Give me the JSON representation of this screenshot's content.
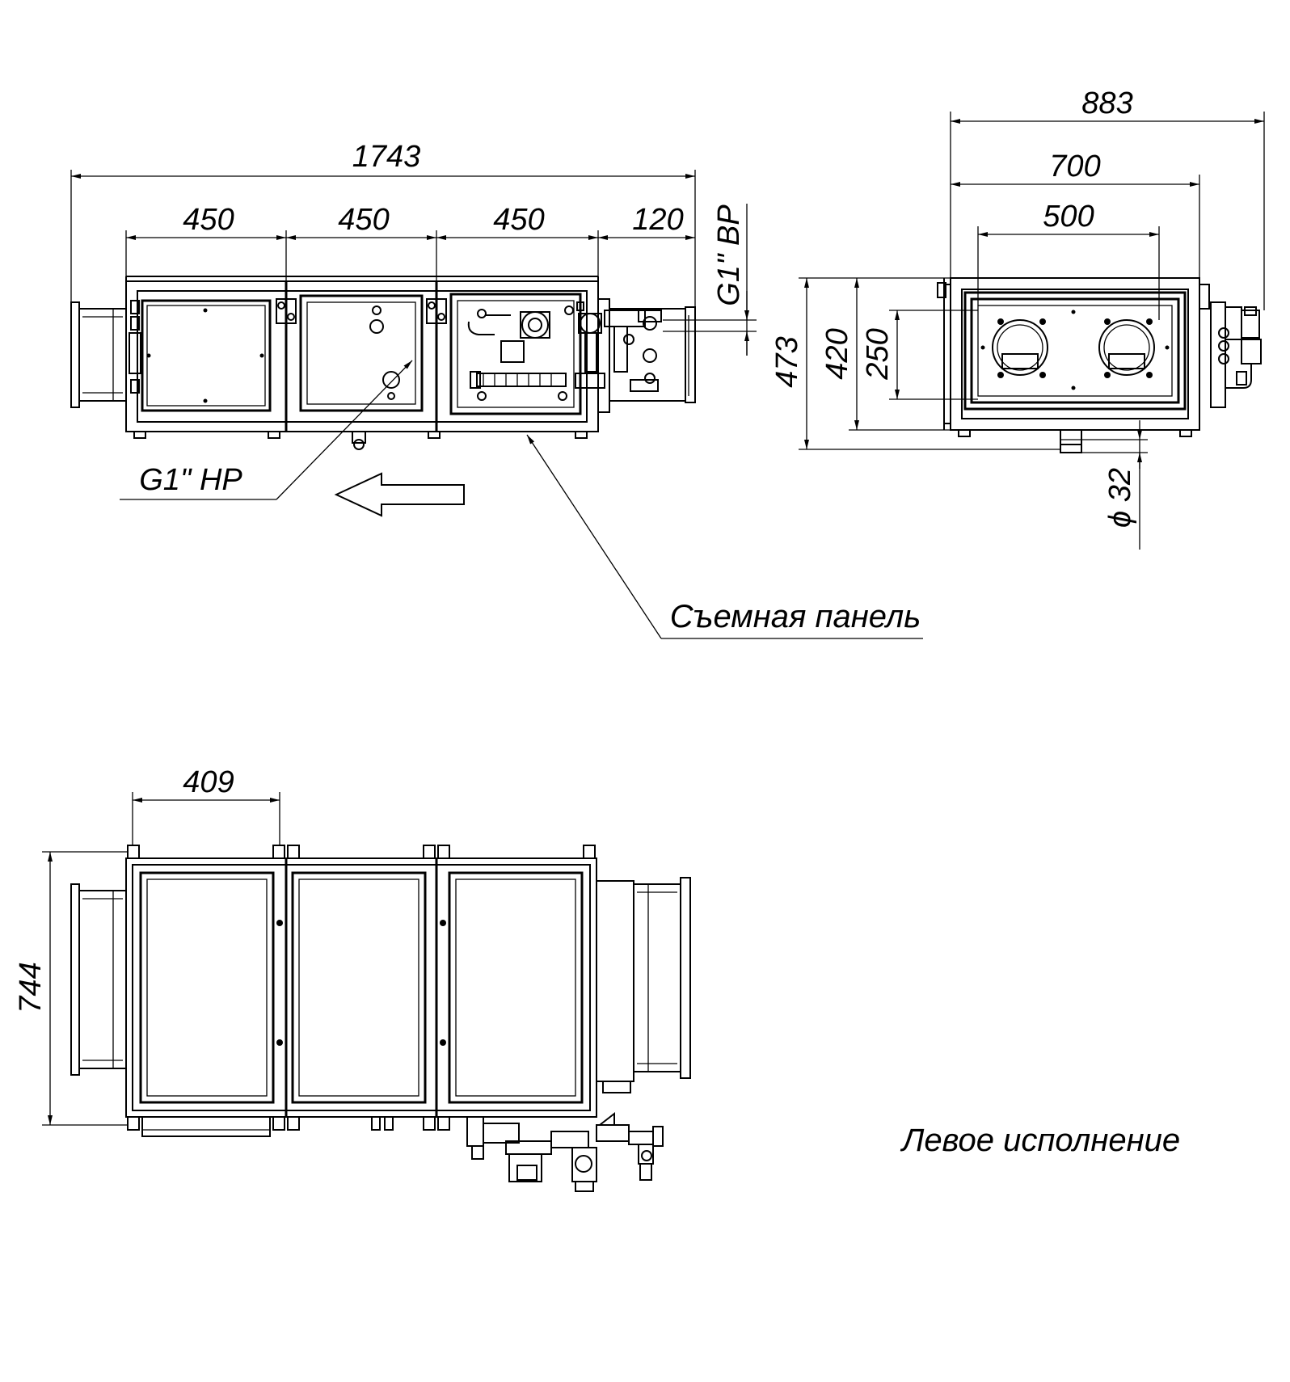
{
  "front_view": {
    "overall_length": "1743",
    "sections": [
      "450",
      "450",
      "450",
      "120"
    ],
    "outlet_connection": "G1\" ВР",
    "inlet_connection": "G1\" НР",
    "removable_panel": "Съемная панель"
  },
  "side_view": {
    "width_total": "883",
    "width_body": "700",
    "width_inner": "500",
    "height_total": "473",
    "height_body": "420",
    "height_inner": "250",
    "drain_diameter": "ϕ 32"
  },
  "top_view": {
    "section_width": "409",
    "depth": "744",
    "variant_label": "Левое исполнение"
  },
  "colors": {
    "line": "#000000",
    "background": "#ffffff"
  },
  "icons": [
    "airflow-arrow-icon"
  ]
}
